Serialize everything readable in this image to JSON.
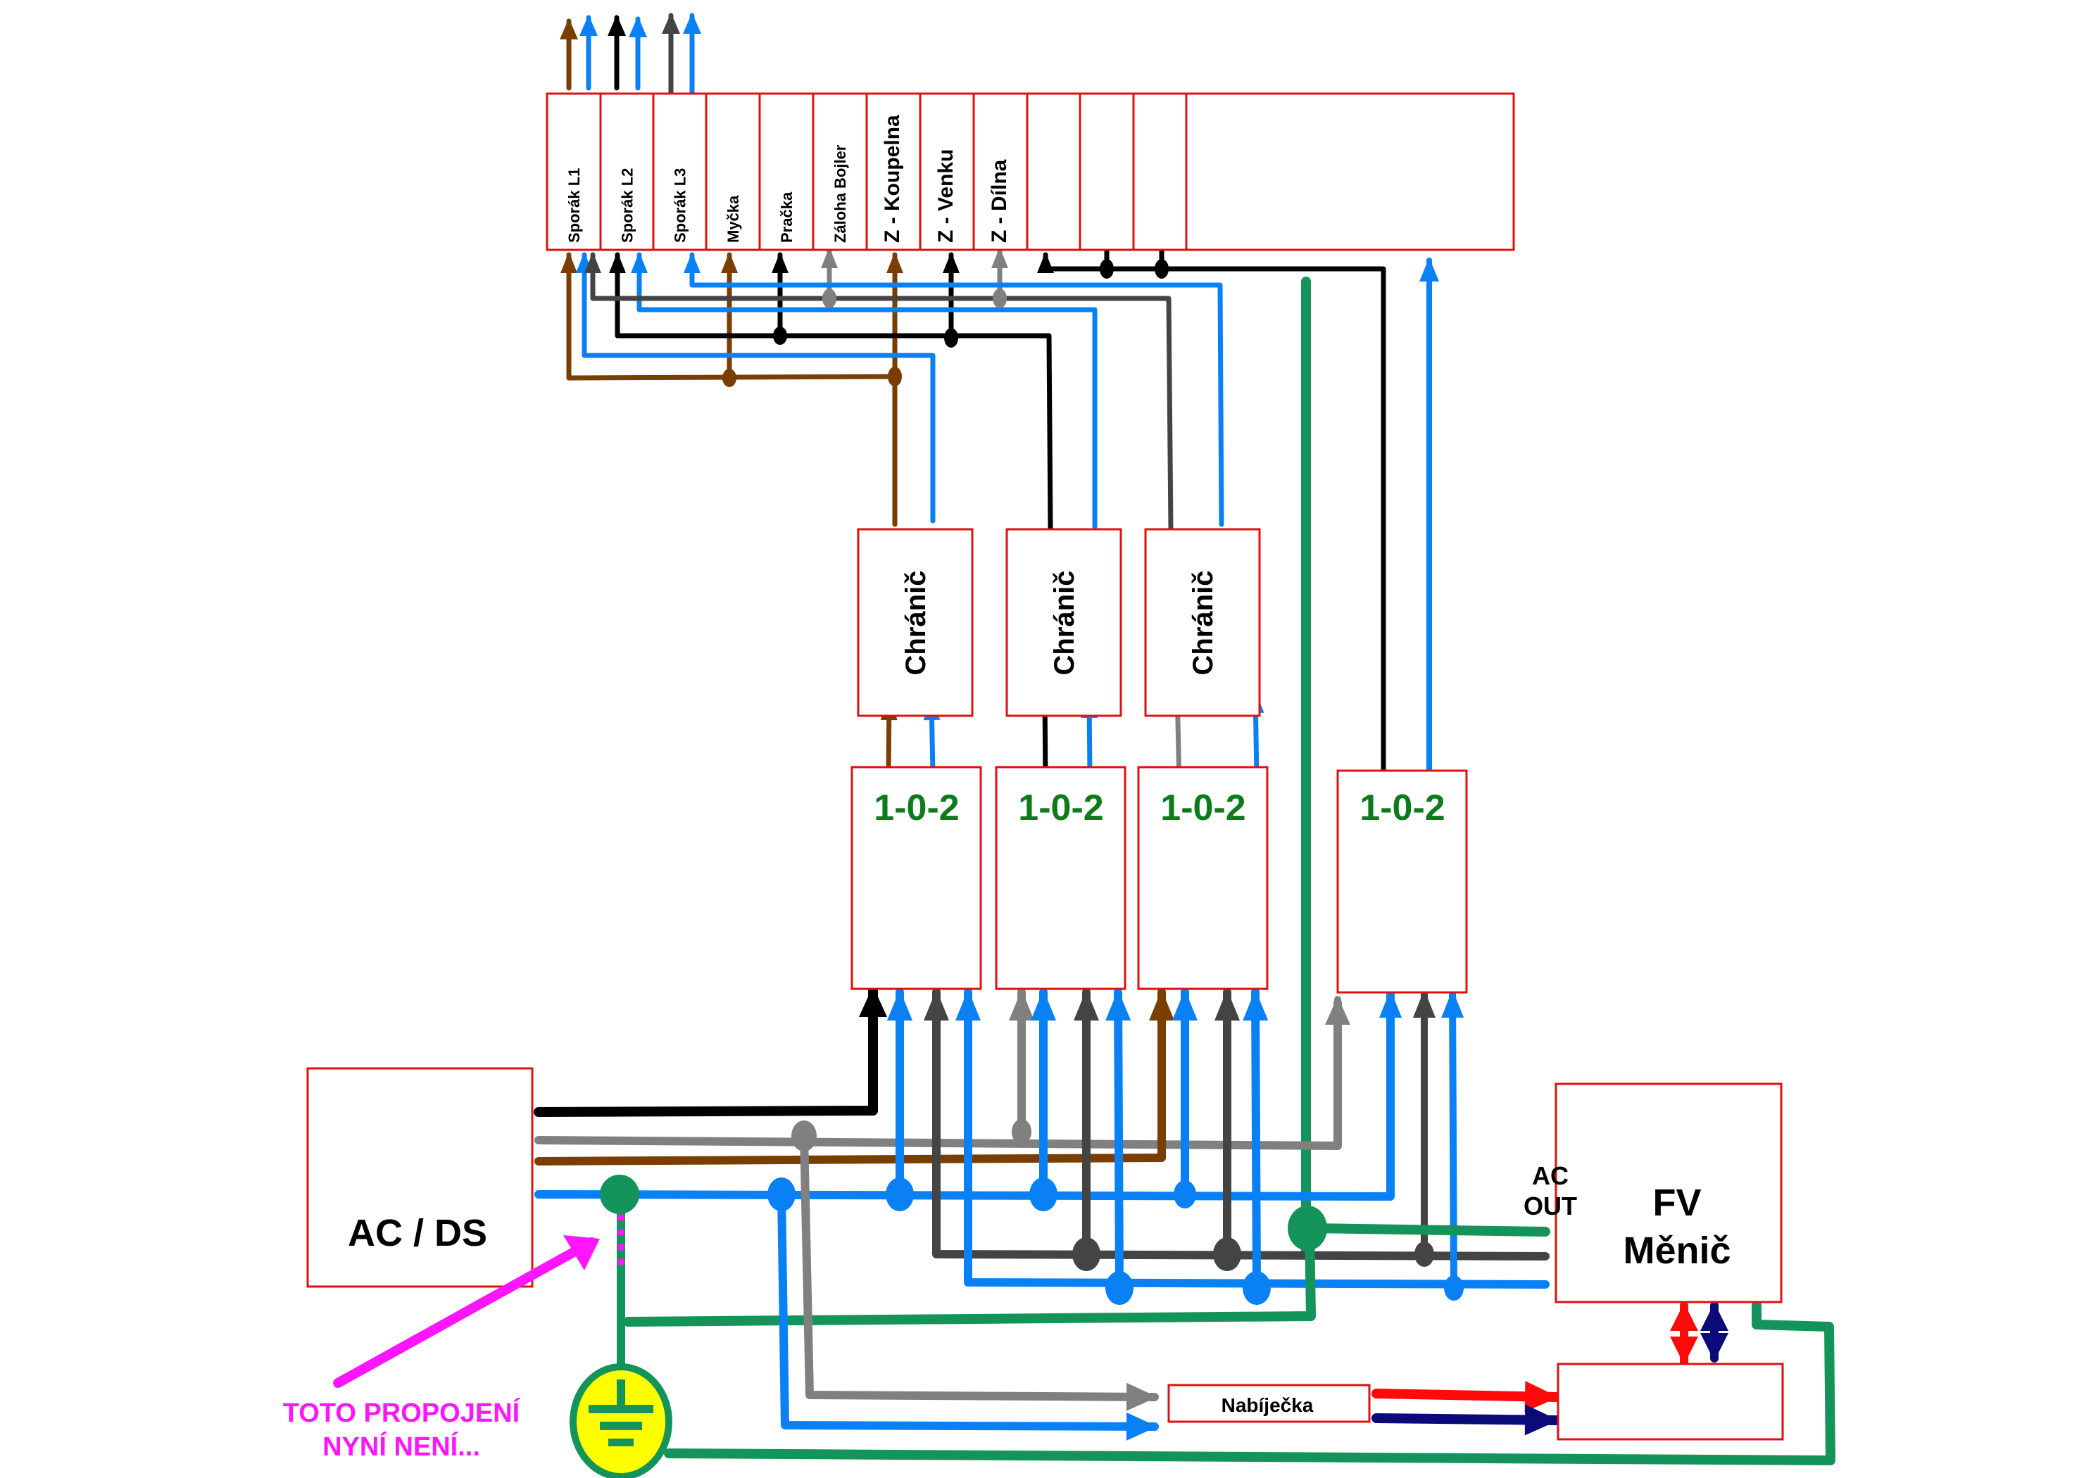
{
  "colors": {
    "brown": "#7a3e00",
    "blue": "#0a80f5",
    "black": "#000000",
    "darkgray": "#444444",
    "gray": "#808080",
    "green": "#14945a",
    "red": "#ff0a0a",
    "navy": "#0a0a78",
    "magenta": "#ff16ff",
    "box_border": "#e01010",
    "label_green": "#0f7a1a",
    "earth_yellow": "#ffff00"
  },
  "breakers": [
    {
      "label": "Sporák L1"
    },
    {
      "label": "Sporák L2"
    },
    {
      "label": "Sporák L3"
    },
    {
      "label": "Myčka"
    },
    {
      "label": "Pračka"
    },
    {
      "label": "Záloha Bojler"
    },
    {
      "label": "Z - Koupelna"
    },
    {
      "label": "Z - Venku"
    },
    {
      "label": "Z - Dílna"
    },
    {
      "label": ""
    },
    {
      "label": ""
    },
    {
      "label": ""
    }
  ],
  "rcds": [
    {
      "label": "Chránič"
    },
    {
      "label": "Chránič"
    },
    {
      "label": "Chránič"
    }
  ],
  "switches": [
    {
      "label": "1-0-2"
    },
    {
      "label": "1-0-2"
    },
    {
      "label": "1-0-2"
    },
    {
      "label": "1-0-2"
    }
  ],
  "grid_source": {
    "label": "AC / DS"
  },
  "inverter": {
    "line1": "FV",
    "line2": "Měnič",
    "ac_out_line1": "AC",
    "ac_out_line2": "OUT"
  },
  "charger": {
    "label": "Nabíječka"
  },
  "battery": {
    "label": ""
  },
  "earth": {
    "icon": "earth-ground-icon"
  },
  "note": {
    "line1": "TOTO PROPOJENÍ",
    "line2": "NYNÍ NENÍ..."
  }
}
